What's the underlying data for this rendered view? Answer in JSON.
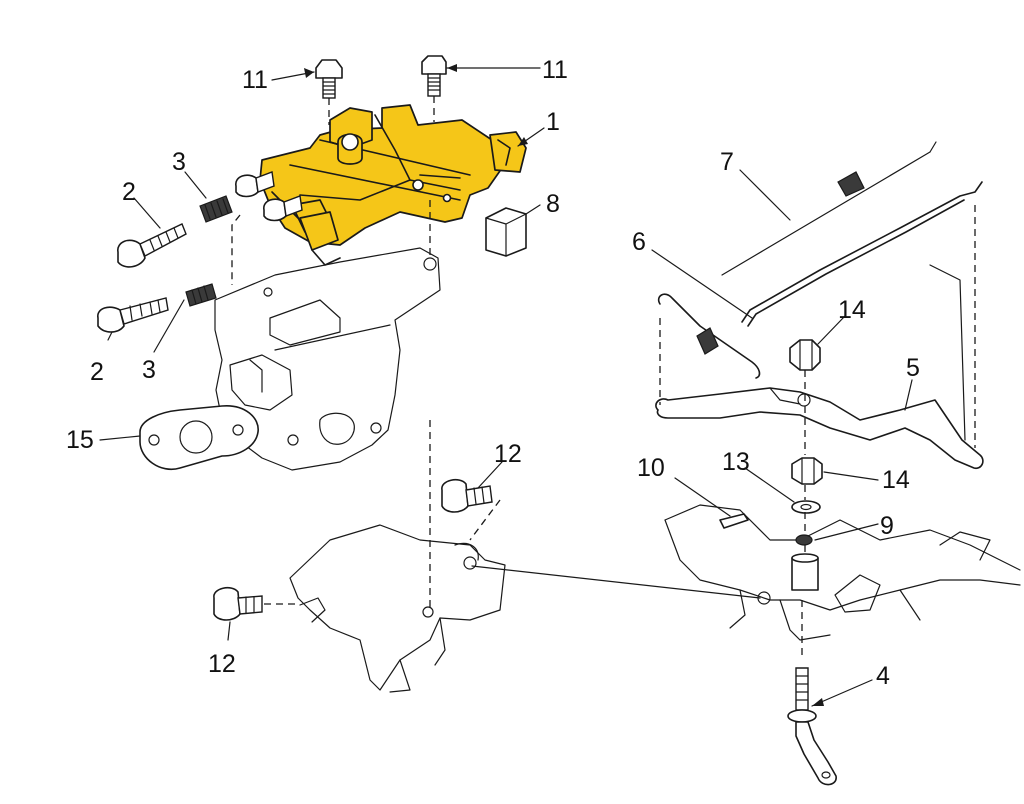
{
  "highlight_color": "#f5c618",
  "callouts": {
    "c1": "1",
    "c2a": "2",
    "c2b": "2",
    "c3a": "3",
    "c3b": "3",
    "c4": "4",
    "c5": "5",
    "c6": "6",
    "c7": "7",
    "c8": "8",
    "c9": "9",
    "c10": "10",
    "c11a": "11",
    "c11b": "11",
    "c12a": "12",
    "c12b": "12",
    "c13": "13",
    "c14a": "14",
    "c14b": "14",
    "c15": "15"
  }
}
